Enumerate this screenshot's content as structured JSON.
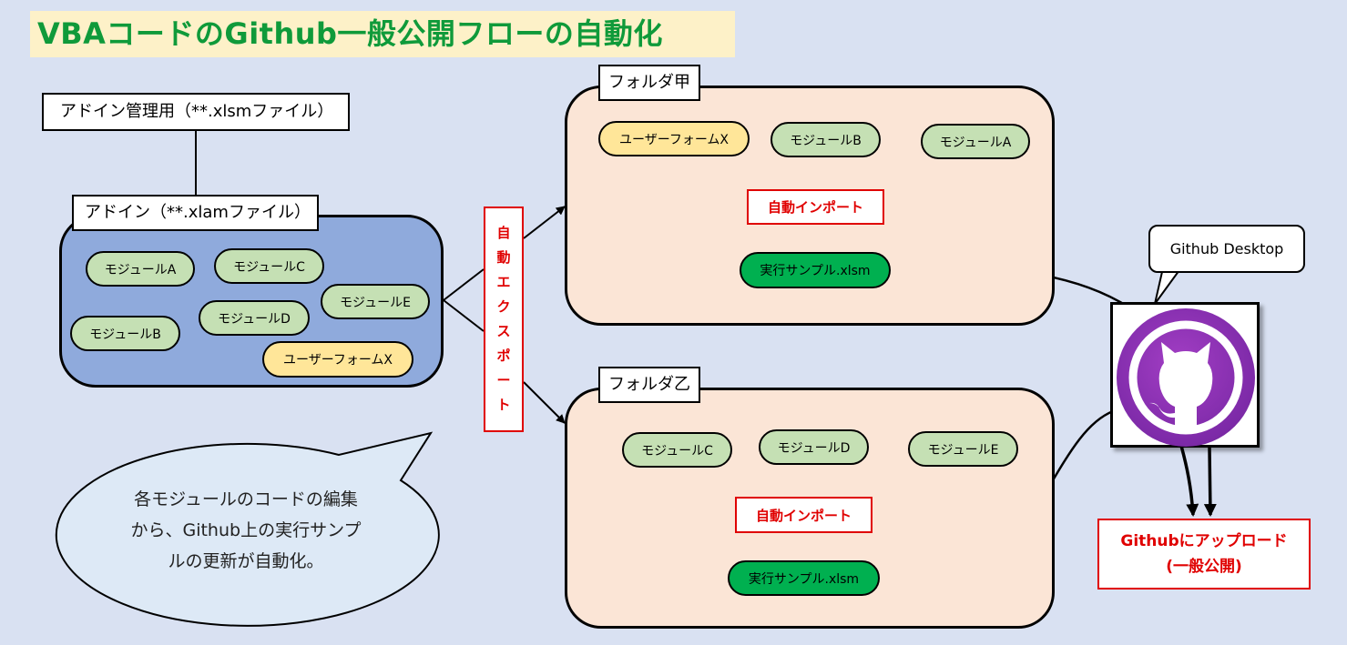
{
  "title": "VBAコードのGithub一般公開フローの自動化",
  "admin_file": "アドイン管理用（**.xlsmファイル）",
  "addin": {
    "label": "アドイン（**.xlamファイル）",
    "modules": [
      "モジュールA",
      "モジュールC",
      "モジュールE",
      "モジュールD",
      "モジュールB",
      "ユーザーフォームX"
    ]
  },
  "export": {
    "chars": [
      "自",
      "動",
      "エ",
      "ク",
      "ス",
      "ポ",
      "ー",
      "ト"
    ]
  },
  "folder_kou": {
    "label": "フォルダ甲",
    "modules": [
      "ユーザーフォームX",
      "モジュールB",
      "モジュールA"
    ],
    "import_label": "自動インポート",
    "sample": "実行サンプル.xlsm"
  },
  "folder_otsu": {
    "label": "フォルダ乙",
    "modules": [
      "モジュールC",
      "モジュールD",
      "モジュールE"
    ],
    "import_label": "自動インポート",
    "sample": "実行サンプル.xlsm"
  },
  "callout": {
    "lines": [
      "各モジュールのコードの編集",
      "から、Github上の実行サンプ",
      "ルの更新が自動化。"
    ]
  },
  "github_desktop": "Github Desktop",
  "upload": {
    "line1": "Githubにアップロード",
    "line2": "(一般公開)"
  },
  "colors": {
    "background": "#d9e1f2",
    "title_text": "#0f9a3a",
    "title_bg": "#fdf1c8",
    "addin_container": "#8faadc",
    "folder_container": "#fbe5d6",
    "module_pill": "#c5e0b4",
    "userform_pill": "#ffe699",
    "sample_pill": "#00b050",
    "accent_red": "#e00000",
    "github_purple": "#7d2aa8"
  }
}
